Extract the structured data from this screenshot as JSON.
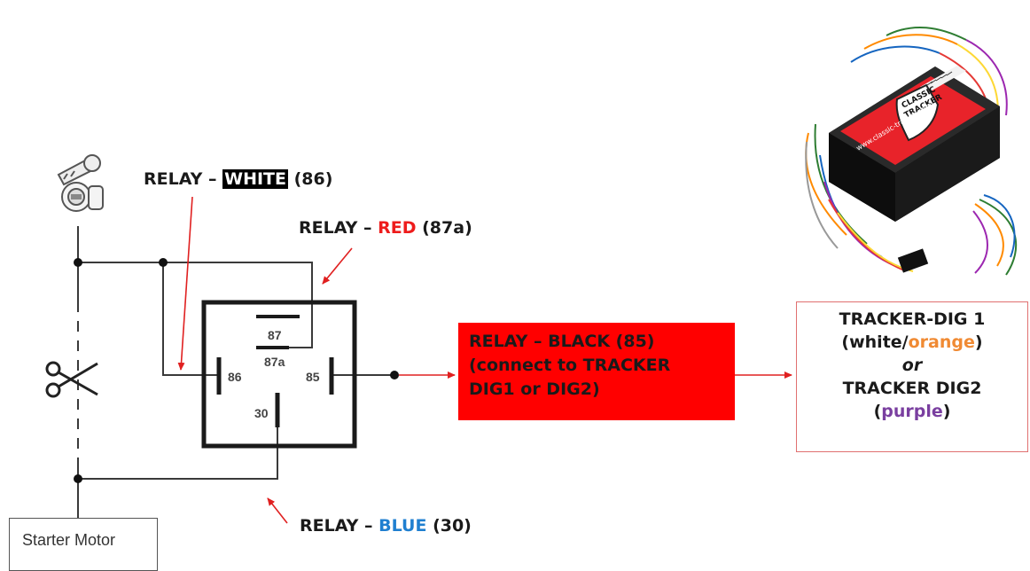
{
  "labels": {
    "relay_white_prefix": "RELAY –",
    "relay_white_word": "WHITE",
    "relay_white_pin": "(86)",
    "relay_red_prefix": "RELAY –",
    "relay_red_word": "RED",
    "relay_red_pin": "(87a)",
    "relay_blue_prefix": "RELAY –",
    "relay_blue_word": "BLUE",
    "relay_blue_pin": "(30)"
  },
  "relay_black_box": {
    "lines": [
      "RELAY – BLACK (85)",
      "(connect to TRACKER",
      "DIG1 or DIG2)"
    ]
  },
  "tracker_box": {
    "line1": "TRACKER-DIG 1",
    "line2_open": "(white/",
    "line2_color": "orange",
    "line2_close": ")",
    "line3": "or",
    "line4": "TRACKER DIG2",
    "line5_open": "(",
    "line5_color": "purple",
    "line5_close": ")"
  },
  "relay_terminals": {
    "t87": "87",
    "t87a": "87a",
    "t86": "86",
    "t85": "85",
    "t30": "30"
  },
  "starter_label": "Starter Motor",
  "device": {
    "brand_line1": "CLASSIC",
    "brand_line2": "TRACKER",
    "url": "www.classic-tracker.com"
  },
  "colors": {
    "red": "#ee1c1c",
    "blue": "#1f7fd0",
    "orange": "#f08a33",
    "purple": "#7a3fa0",
    "box_red": "#ff0000"
  },
  "icons": [
    "ignition-key-icon",
    "scissors-icon",
    "tracker-device-image"
  ]
}
